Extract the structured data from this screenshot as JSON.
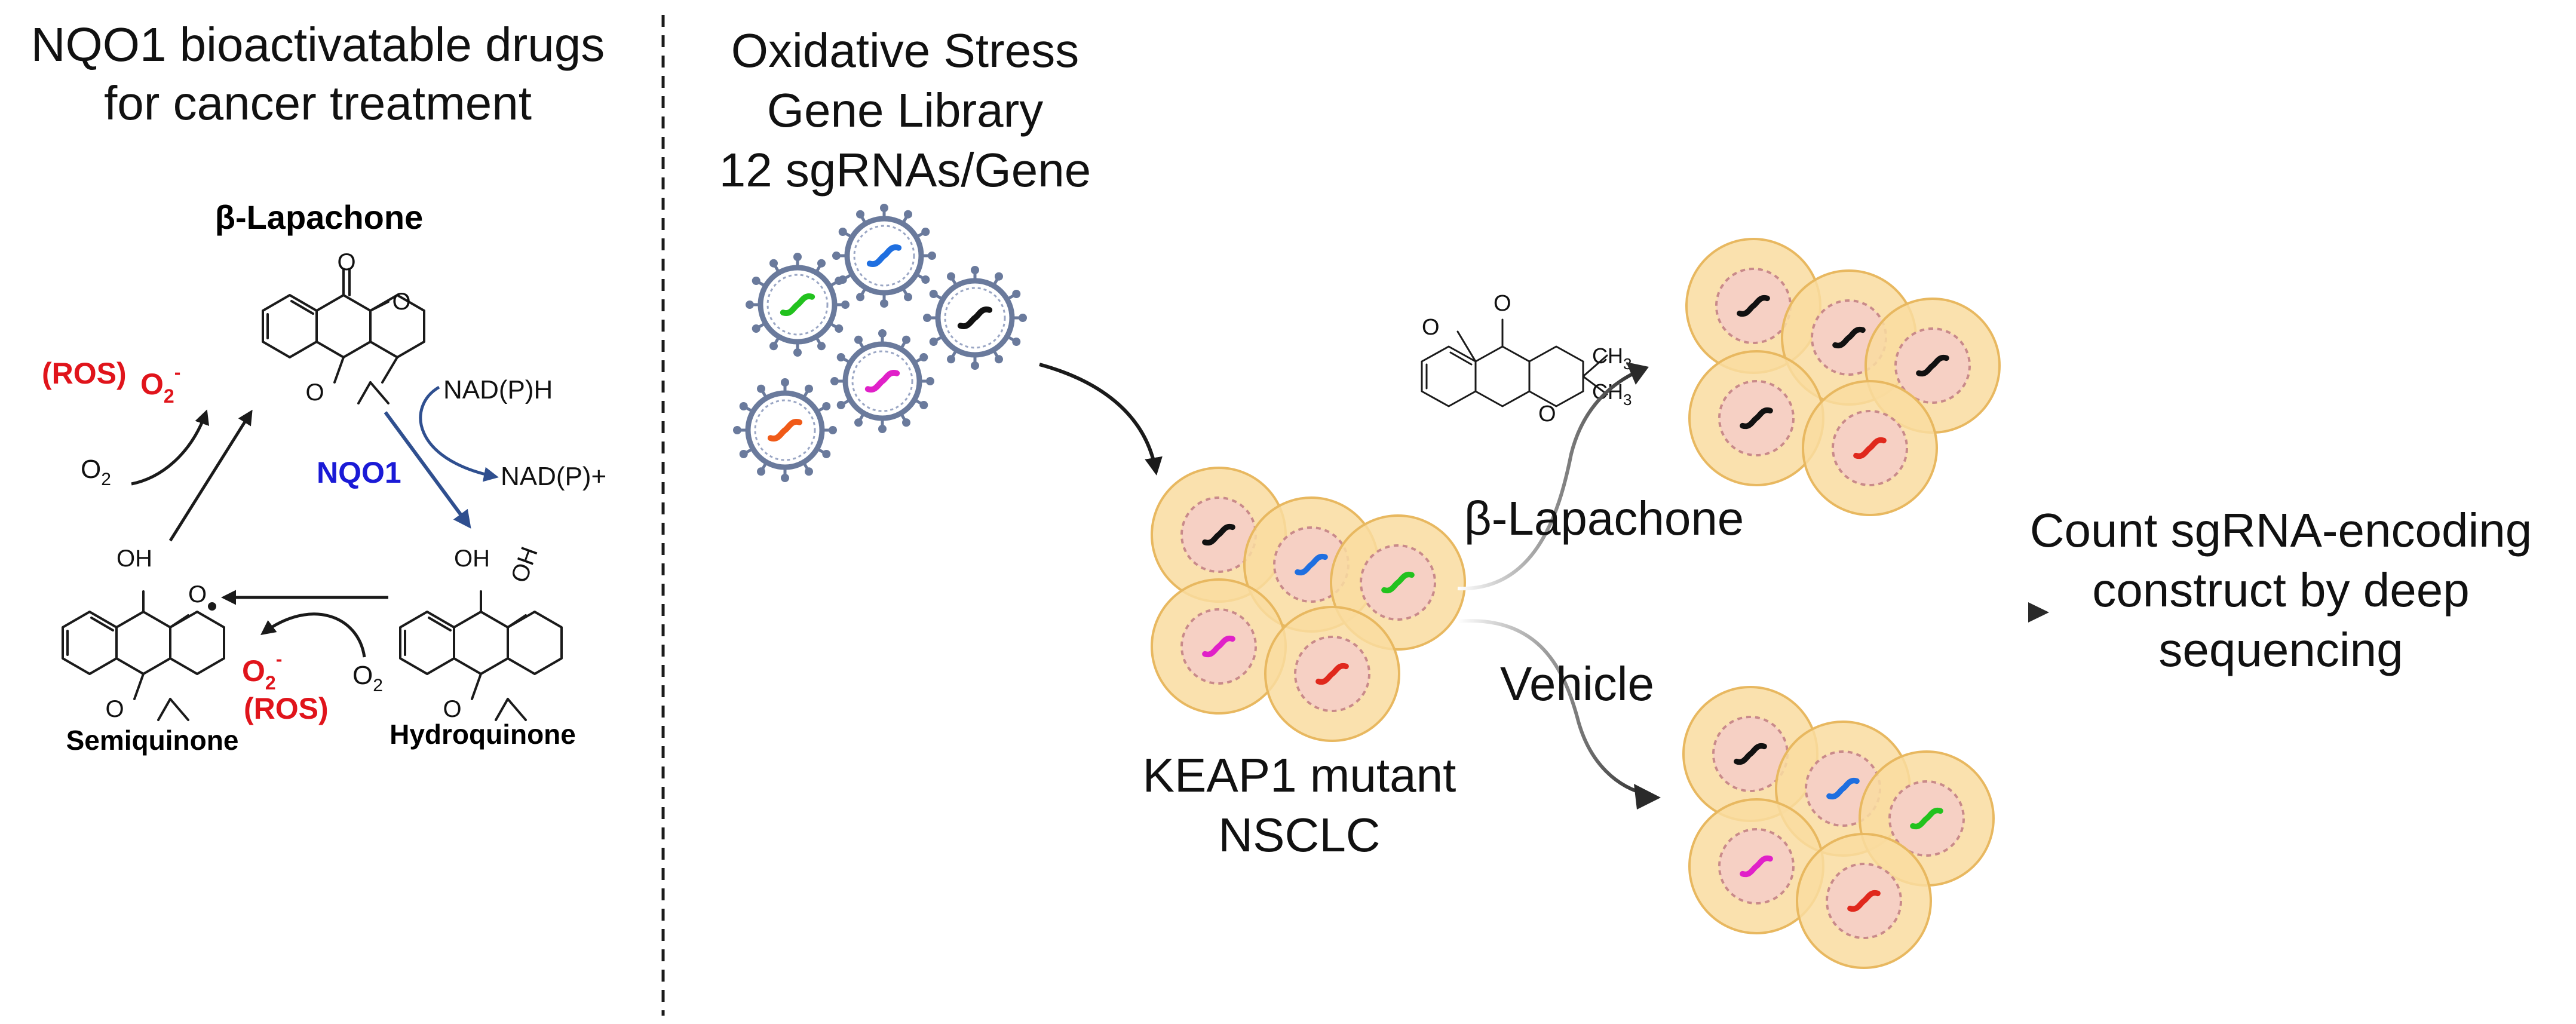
{
  "left_panel": {
    "title_line1": "NQO1 bioactivatable drugs",
    "title_line2": "for cancer treatment",
    "compound_name": "β-Lapachone",
    "enzyme": "NQO1",
    "cofactor_in": "NAD(P)H",
    "cofactor_out": "NAD(P)+",
    "oxygen": "O",
    "oxygen_sub": "2",
    "superoxide": "O",
    "superoxide_sub": "2",
    "superoxide_sup": "-",
    "ros_label": "(ROS)",
    "oh_label": "OH",
    "o_label": "O",
    "semiquinone": "Semiquinone",
    "hydroquinone": "Hydroquinone"
  },
  "right_panel": {
    "library_line1": "Oxidative Stress",
    "library_line2": "Gene Library",
    "library_line3": "12 sgRNAs/Gene",
    "cells_line1": "KEAP1 mutant",
    "cells_line2": "NSCLC",
    "treatment_drug": "β-Lapachone",
    "treatment_vehicle": "Vehicle",
    "drug_ch3": "CH",
    "drug_ch3_sub": "3",
    "drug_o": "O",
    "readout_line1": "Count sgRNA-encoding",
    "readout_line2": "construct by deep",
    "readout_line3": "sequencing"
  },
  "colors": {
    "ros_red": "#e0141b",
    "nqo1_blue": "#1a1ad6",
    "reaction_arrow_blue": "#2f4f8f",
    "cell_fill": "#f9dca0",
    "cell_edge": "#e8b860",
    "nucleus_fill": "#f6d0c4",
    "nucleus_edge": "#c98a8a",
    "virus_edge": "#6a7a9c",
    "sgrna_colors": [
      "#111111",
      "#1f6fe0",
      "#22c21e",
      "#e020c8",
      "#e0281c",
      "#f05a18"
    ]
  }
}
